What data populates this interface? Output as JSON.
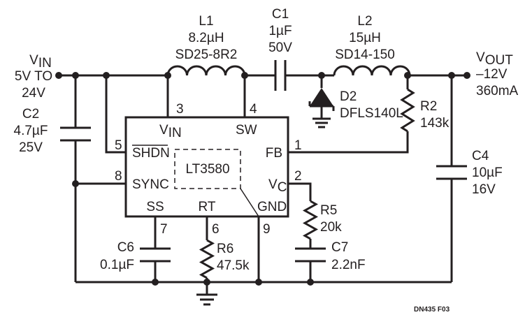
{
  "input": {
    "v": "V",
    "sub": "IN",
    "range": "5V TO",
    "max": "24V"
  },
  "output": {
    "v": "V",
    "sub": "OUT",
    "voltage": "–12V",
    "current": "360mA"
  },
  "L1": {
    "ref": "L1",
    "value": "8.2µH",
    "part": "SD25-8R2"
  },
  "L2": {
    "ref": "L2",
    "value": "15µH",
    "part": "SD14-150"
  },
  "C1": {
    "ref": "C1",
    "value": "1µF",
    "voltage": "50V"
  },
  "C2": {
    "ref": "C2",
    "value": "4.7µF",
    "voltage": "25V"
  },
  "C4": {
    "ref": "C4",
    "value": "10µF",
    "voltage": "16V"
  },
  "C6": {
    "ref": "C6",
    "value": "0.1µF"
  },
  "C7": {
    "ref": "C7",
    "value": "2.2nF"
  },
  "D2": {
    "ref": "D2",
    "part": "DFLS140L"
  },
  "R2": {
    "ref": "R2",
    "value": "143k"
  },
  "R5": {
    "ref": "R5",
    "value": "20k"
  },
  "R6": {
    "ref": "R6",
    "value": "47.5k"
  },
  "ic": {
    "name": "LT3580",
    "pins": {
      "vin": {
        "label": "V",
        "sub": "IN",
        "num": "3"
      },
      "sw": {
        "label": "SW",
        "num": "4"
      },
      "shdn": {
        "label": "SHDN",
        "num": "5"
      },
      "sync": {
        "label": "SYNC",
        "num": "8"
      },
      "fb": {
        "label": "FB",
        "num": "1"
      },
      "vc": {
        "label": "V",
        "sub": "C",
        "num": "2"
      },
      "ss": {
        "label": "SS",
        "num": "7"
      },
      "rt": {
        "label": "RT",
        "num": "6"
      },
      "gnd": {
        "label": "GND",
        "num": "9"
      }
    }
  },
  "figure_id": "DN435 F03"
}
